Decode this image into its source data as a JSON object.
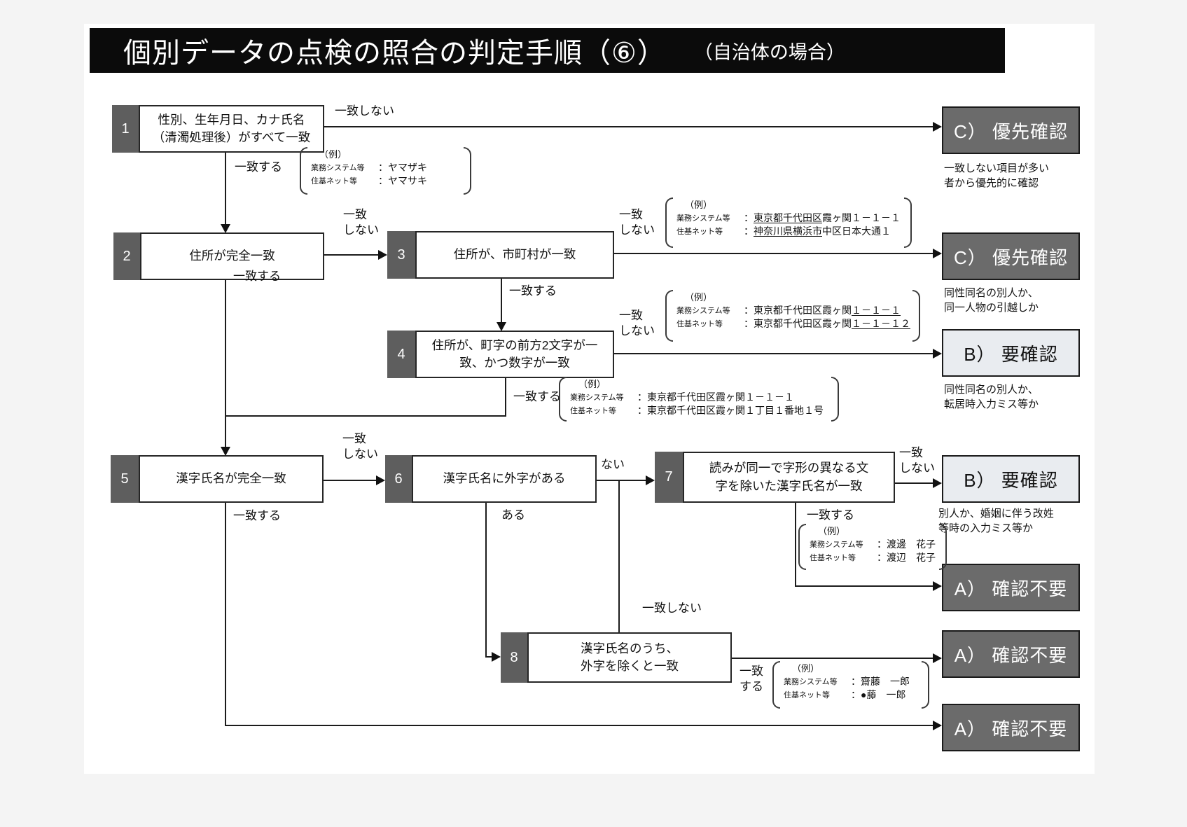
{
  "title": {
    "main": "個別データの点検の照合の判定手順（⑥）",
    "sub": "（自治体の場合）"
  },
  "steps": {
    "s1": {
      "num": "1",
      "line1": "性別、生年月日、カナ氏名",
      "line2": "（清濁処理後）がすべて一致"
    },
    "s2": {
      "num": "2",
      "line1": "住所が完全一致"
    },
    "s3": {
      "num": "3",
      "line1": "住所が、市町村が一致"
    },
    "s4": {
      "num": "4",
      "line1": "住所が、町字の前方2文字が一",
      "line2": "致、かつ数字が一致"
    },
    "s5": {
      "num": "5",
      "line1": "漢字氏名が完全一致"
    },
    "s6": {
      "num": "6",
      "line1": "漢字氏名に外字がある"
    },
    "s7": {
      "num": "7",
      "line1": "読みが同一で字形の異なる文",
      "line2": "字を除いた漢字氏名が一致"
    },
    "s8": {
      "num": "8",
      "line1": "漢字氏名のうち、",
      "line2": "外字を除くと一致"
    }
  },
  "outcomes": {
    "c1": {
      "label": "C） 優先確認",
      "note1": "一致しない項目が多い",
      "note2": "者から優先的に確認"
    },
    "c2": {
      "label": "C） 優先確認",
      "note1": "同性同名の別人か、",
      "note2": "同一人物の引越しか"
    },
    "b1": {
      "label": "B） 要確認",
      "note1": "同性同名の別人か、",
      "note2": "転居時入力ミス等か"
    },
    "b2": {
      "label": "B） 要確認",
      "note1": "別人か、婚姻に伴う改姓",
      "note2": "等時の入力ミス等か"
    },
    "a1": {
      "label": "A） 確認不要"
    },
    "a2": {
      "label": "A） 確認不要"
    },
    "a3": {
      "label": "A） 確認不要"
    }
  },
  "branch": {
    "yes": "一致する",
    "no": "一致しない",
    "no1": "一致",
    "no2": "しない",
    "yes1": "一致",
    "yes2": "する",
    "none": "ない",
    "exists": "ある"
  },
  "examples": {
    "ex1": {
      "heading": "（例）",
      "rows": [
        {
          "label": "業務システム等",
          "pre": "：ヤマザキ",
          "u": "",
          "post": ""
        },
        {
          "label": "住基ネット等",
          "pre": "：ヤマサキ",
          "u": "",
          "post": ""
        }
      ]
    },
    "ex2": {
      "heading": "（例）",
      "rows": [
        {
          "label": "業務システム等",
          "pre": "：",
          "u": "東京都千代田区",
          "post": "霞ヶ関１－１－１"
        },
        {
          "label": "住基ネット等",
          "pre": "：",
          "u": "神奈川県横浜市",
          "post": "中区日本大通１"
        }
      ]
    },
    "ex3": {
      "heading": "（例）",
      "rows": [
        {
          "label": "業務システム等",
          "pre": "：東京都千代田区霞ヶ関",
          "u": "１－１－１",
          "post": ""
        },
        {
          "label": "住基ネット等",
          "pre": "：東京都千代田区霞ヶ関",
          "u": "１－１－１２",
          "post": ""
        }
      ]
    },
    "ex4": {
      "heading": "（例）",
      "rows": [
        {
          "label": "業務システム等",
          "pre": "：東京都千代田区霞ヶ関１－１－１",
          "u": "",
          "post": ""
        },
        {
          "label": "住基ネット等",
          "pre": "：東京都千代田区霞ヶ関１丁目１番地１号",
          "u": "",
          "post": ""
        }
      ]
    },
    "ex5": {
      "heading": "（例）",
      "rows": [
        {
          "label": "業務システム等",
          "pre": "：渡邊　花子",
          "u": "",
          "post": ""
        },
        {
          "label": "住基ネット等",
          "pre": "：渡辺　花子",
          "u": "",
          "post": ""
        }
      ]
    },
    "ex6": {
      "heading": "（例）",
      "rows": [
        {
          "label": "業務システム等",
          "pre": "：齋藤　一郎",
          "u": "",
          "post": ""
        },
        {
          "label": "住基ネット等",
          "pre": "：●藤　一郎",
          "u": "",
          "post": ""
        }
      ]
    }
  },
  "colors": {
    "title_bar": "#0b0b0b",
    "step_tab": "#5e5e5e",
    "outcome_dark": "#6b6b6b",
    "outcome_light": "#e9ecf0",
    "line": "#1c1c1c"
  }
}
